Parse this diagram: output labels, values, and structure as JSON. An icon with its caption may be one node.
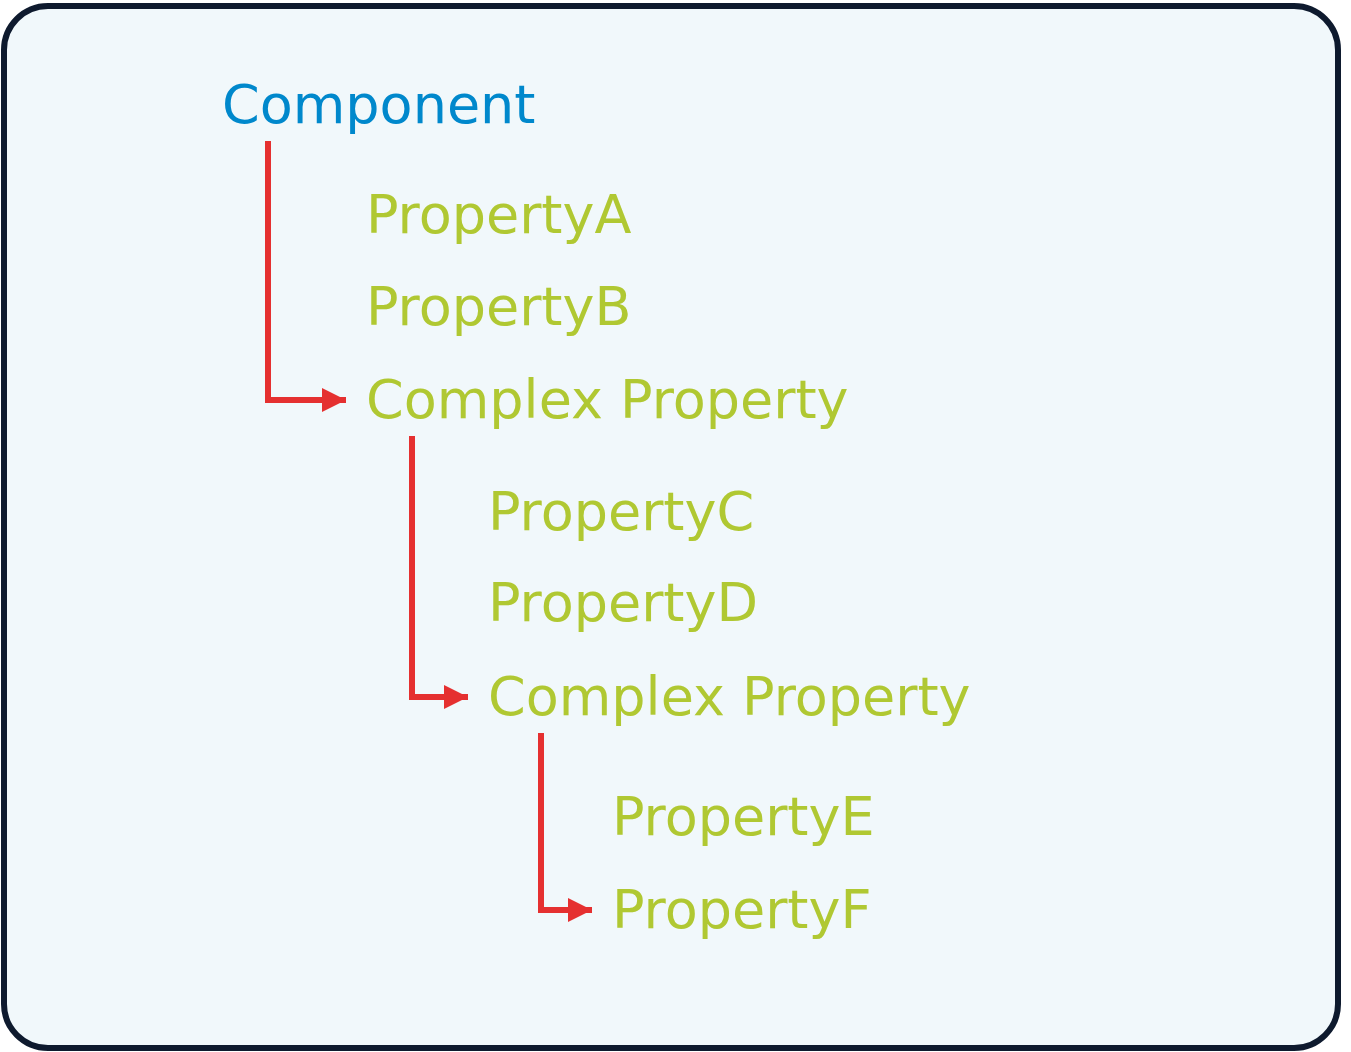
{
  "diagram": {
    "nodes": [
      {
        "text": [
          "Component"
        ]
      },
      {
        "text": [
          "PropertyA"
        ]
      },
      {
        "text": [
          "PropertyB"
        ]
      },
      {
        "text": [
          "Complex Property"
        ]
      },
      {
        "text": [
          "PropertyC"
        ]
      },
      {
        "text": [
          "PropertyD"
        ]
      },
      {
        "text": [
          "Complex Property"
        ]
      },
      {
        "text": [
          "PropertyE"
        ]
      },
      {
        "text": [
          "PropertyF"
        ]
      }
    ],
    "edges": [
      {
        "from": 0,
        "to": 3,
        "arrow": "to"
      },
      {
        "from": 3,
        "to": 6,
        "arrow": "to"
      },
      {
        "from": 6,
        "to": 8,
        "arrow": "to"
      }
    ]
  }
}
